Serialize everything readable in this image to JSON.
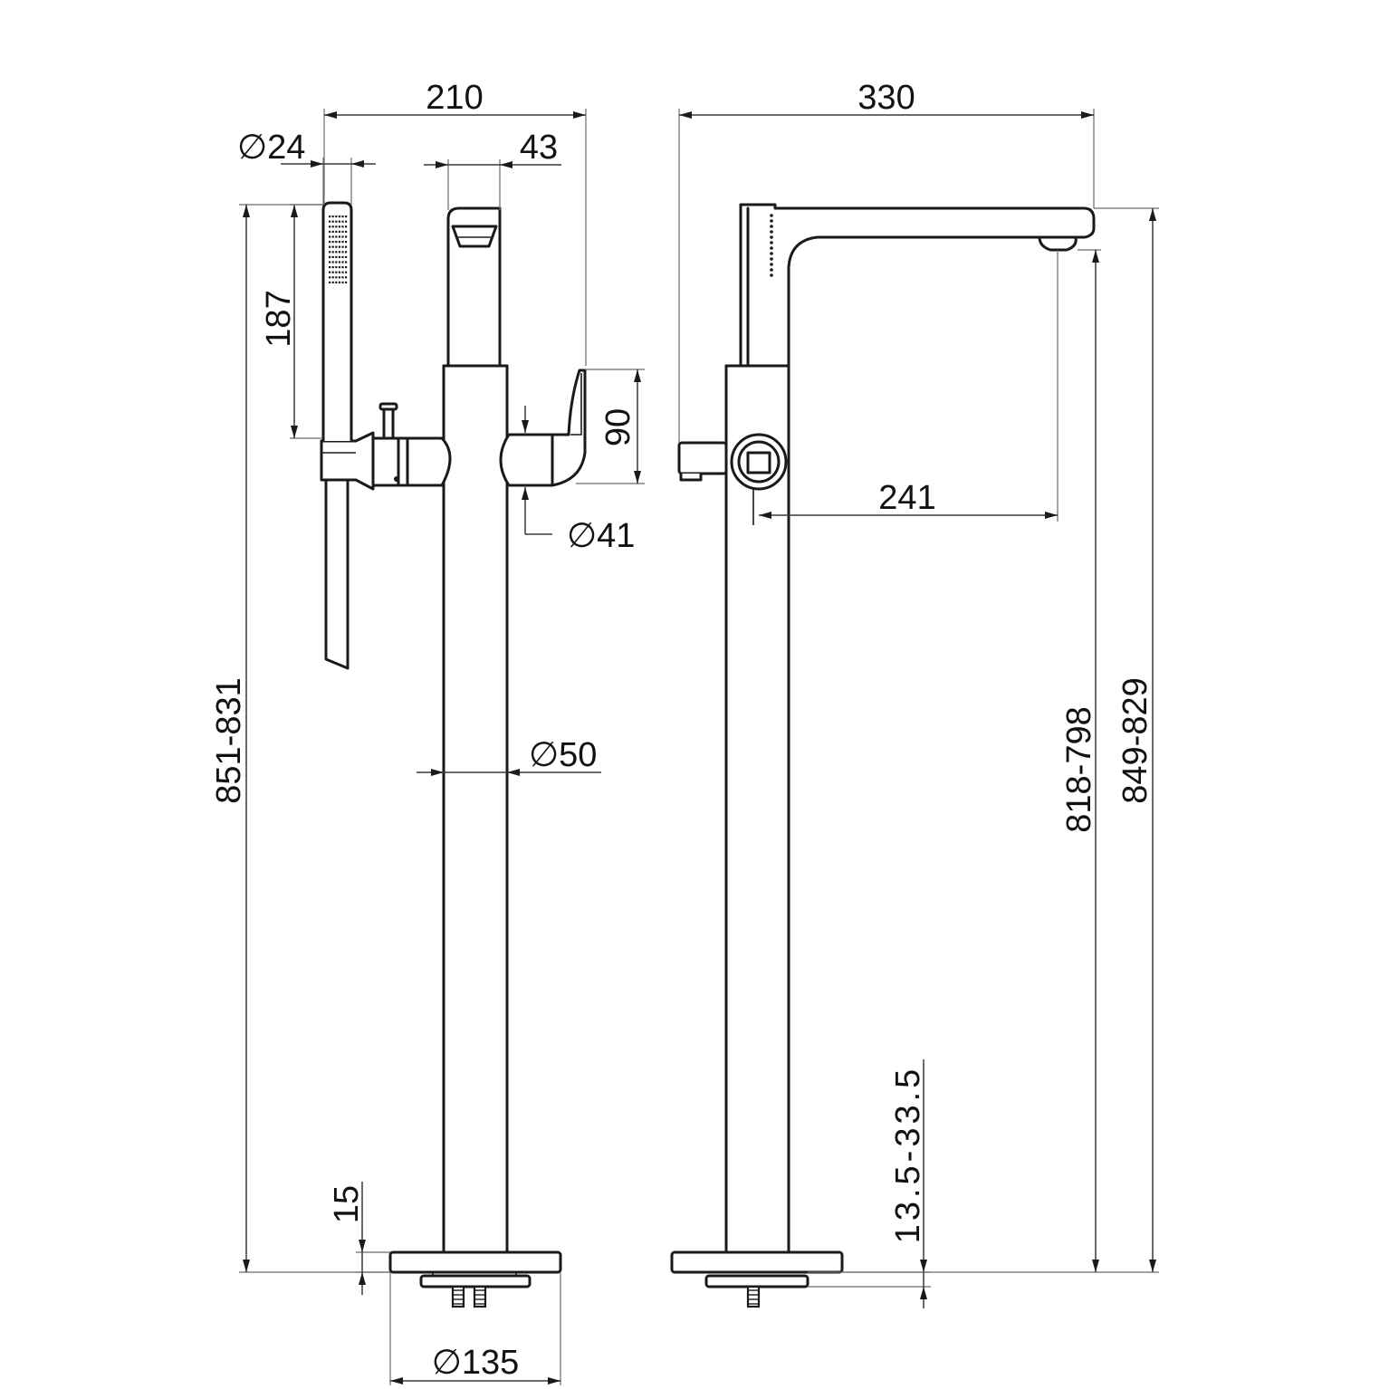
{
  "front_view": {
    "dim_overall_width": "210",
    "dim_handshower_diameter": "∅24",
    "dim_spout_width": "43",
    "dim_handshower_length": "187",
    "dim_lever_height": "90",
    "dim_body_diameter": "∅41",
    "dim_column_diameter": "∅50",
    "dim_overall_height": "851-831",
    "dim_base_thickness": "15",
    "dim_base_diameter": "∅135"
  },
  "side_view": {
    "dim_overall_depth": "330",
    "dim_spout_reach": "241",
    "dim_outlet_height": "818-798",
    "dim_total_height": "849-829",
    "dim_floor_adjustment": "13.5-33.5"
  }
}
